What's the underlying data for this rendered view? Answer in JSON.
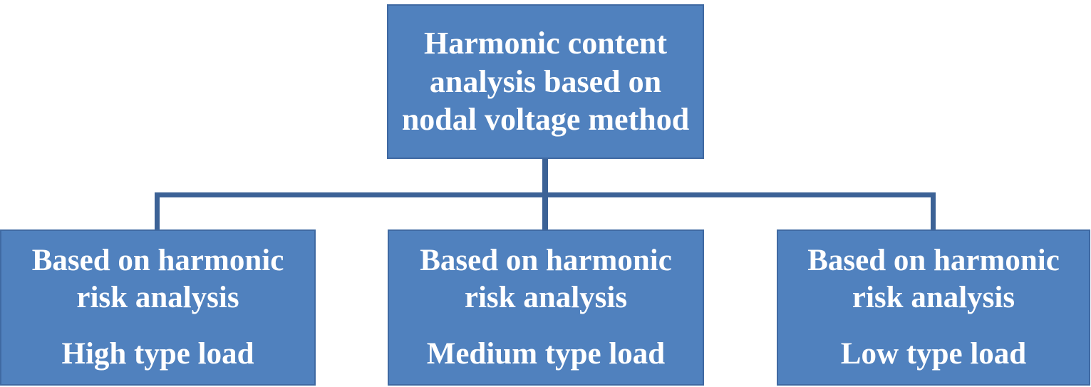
{
  "diagram": {
    "title": "Harmonic content analysis flowchart",
    "colors": {
      "box_fill": "#5081BE",
      "box_border": "#3F69A2",
      "connector": "#3C6296",
      "text": "#FFFFFF"
    },
    "root": {
      "label": "Harmonic content analysis based on nodal voltage method"
    },
    "children": [
      {
        "line1": "Based on harmonic risk analysis",
        "line2": "High type load"
      },
      {
        "line1": "Based on harmonic risk analysis",
        "line2": "Medium type load"
      },
      {
        "line1": "Based on harmonic risk analysis",
        "line2": "Low type load"
      }
    ]
  }
}
